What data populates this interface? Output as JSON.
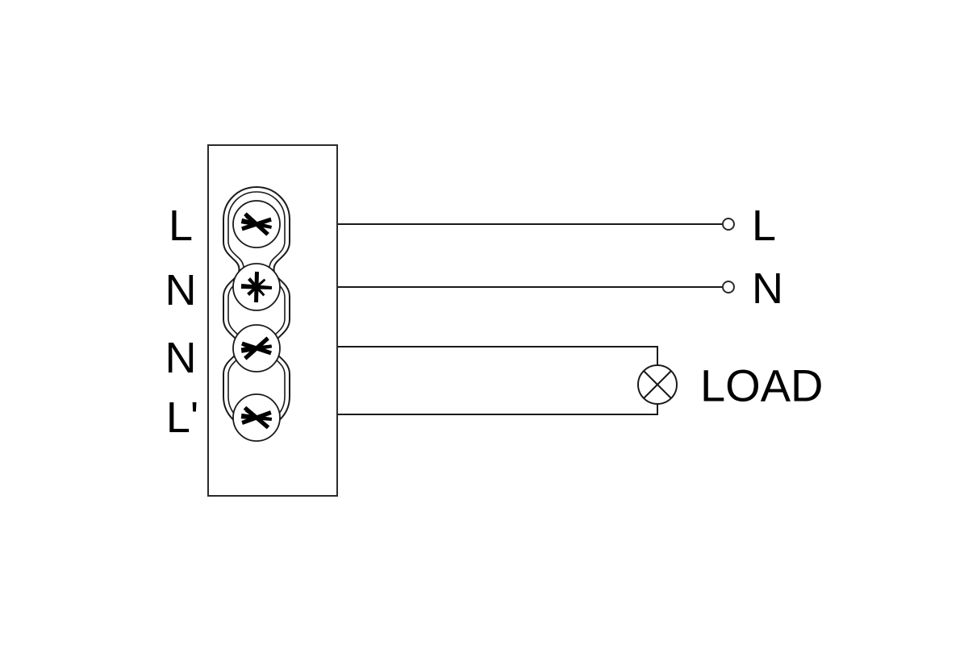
{
  "diagram": {
    "title": "Two-wire switch terminal wiring diagram",
    "stroke_color": "#1a1a1a",
    "background_color": "#ffffff"
  },
  "device": {
    "name": "terminal-block",
    "screw_count": 4
  },
  "terminals": [
    {
      "id": "terminal-l",
      "label": "L",
      "row": 1,
      "screw_icon": "screw-star-icon"
    },
    {
      "id": "terminal-n-in",
      "label": "N",
      "row": 2,
      "screw_icon": "screw-cross-icon"
    },
    {
      "id": "terminal-n-out",
      "label": "N",
      "row": 3,
      "screw_icon": "screw-star-icon"
    },
    {
      "id": "terminal-l-prime",
      "label": "L'",
      "row": 4,
      "screw_icon": "screw-star-icon"
    }
  ],
  "supply": {
    "line": {
      "label": "L",
      "node": "open-circle"
    },
    "neutral": {
      "label": "N",
      "node": "open-circle"
    }
  },
  "load": {
    "label": "LOAD",
    "symbol": "lamp-icon"
  }
}
